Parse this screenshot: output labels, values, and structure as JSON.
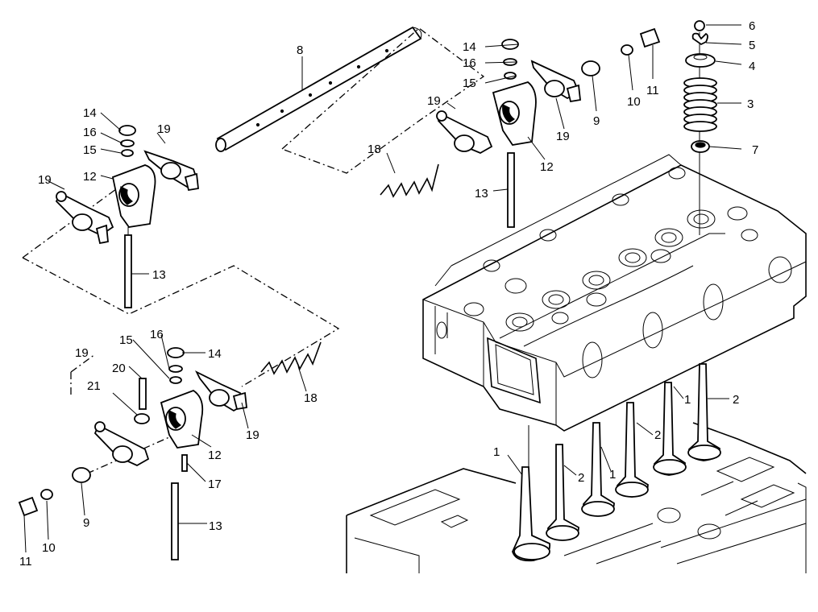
{
  "callouts": [
    {
      "id": "c-6",
      "text": "6"
    },
    {
      "id": "c-5",
      "text": "5"
    },
    {
      "id": "c-4",
      "text": "4"
    },
    {
      "id": "c-3",
      "text": "3"
    },
    {
      "id": "c-7",
      "text": "7"
    },
    {
      "id": "c-11a",
      "text": "11"
    },
    {
      "id": "c-10a",
      "text": "10"
    },
    {
      "id": "c-9a",
      "text": "9"
    },
    {
      "id": "c-19a",
      "text": "19"
    },
    {
      "id": "c-14a",
      "text": "14"
    },
    {
      "id": "c-16a",
      "text": "16"
    },
    {
      "id": "c-15a",
      "text": "15"
    },
    {
      "id": "c-19b",
      "text": "19"
    },
    {
      "id": "c-12a",
      "text": "12"
    },
    {
      "id": "c-13a",
      "text": "13"
    },
    {
      "id": "c-18a",
      "text": "18"
    },
    {
      "id": "c-8",
      "text": "8"
    },
    {
      "id": "c-14b",
      "text": "14"
    },
    {
      "id": "c-16b",
      "text": "16"
    },
    {
      "id": "c-15b",
      "text": "15"
    },
    {
      "id": "c-19c",
      "text": "19"
    },
    {
      "id": "c-19d",
      "text": "19"
    },
    {
      "id": "c-12b",
      "text": "12"
    },
    {
      "id": "c-13b",
      "text": "13"
    },
    {
      "id": "c-16c",
      "text": "16"
    },
    {
      "id": "c-15c",
      "text": "15"
    },
    {
      "id": "c-14c",
      "text": "14"
    },
    {
      "id": "c-19e",
      "text": "19"
    },
    {
      "id": "c-20",
      "text": "20"
    },
    {
      "id": "c-21",
      "text": "21"
    },
    {
      "id": "c-18b",
      "text": "18"
    },
    {
      "id": "c-19f",
      "text": "19"
    },
    {
      "id": "c-12c",
      "text": "12"
    },
    {
      "id": "c-17",
      "text": "17"
    },
    {
      "id": "c-13c",
      "text": "13"
    },
    {
      "id": "c-9b",
      "text": "9"
    },
    {
      "id": "c-10b",
      "text": "10"
    },
    {
      "id": "c-11b",
      "text": "11"
    },
    {
      "id": "c-1a",
      "text": "1"
    },
    {
      "id": "c-2a",
      "text": "2"
    },
    {
      "id": "c-2b",
      "text": "2"
    },
    {
      "id": "c-1b",
      "text": "1"
    },
    {
      "id": "c-2c",
      "text": "2"
    },
    {
      "id": "c-1c",
      "text": "1"
    }
  ]
}
